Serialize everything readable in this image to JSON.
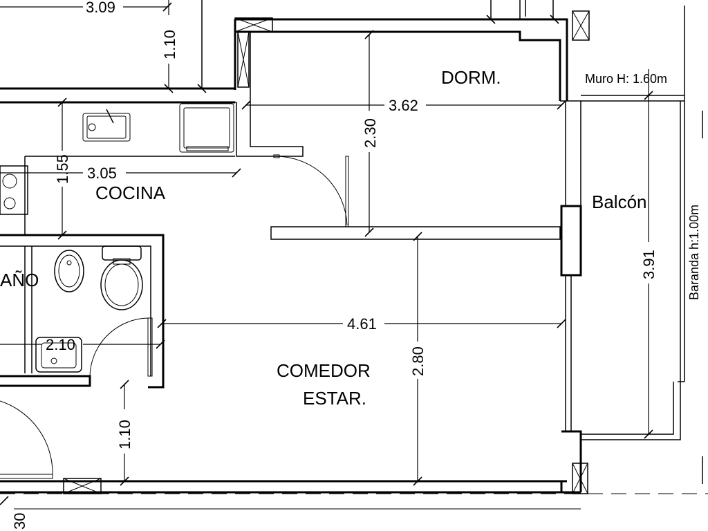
{
  "rooms": {
    "dorm": "DORM.",
    "cocina": "COCINA",
    "bano": "AÑO",
    "comedor_line1": "COMEDOR",
    "comedor_line2": "ESTAR.",
    "balcon": "Balcón"
  },
  "notes": {
    "muro": "Muro H: 1.60m",
    "baranda": "Baranda h:1.00m"
  },
  "dimensions": {
    "top_width": "3.09",
    "top_height": "1.10",
    "dorm_width": "3.62",
    "dorm_height": "2.30",
    "cocina_width": "3.05",
    "cocina_height": "1.55",
    "balcon_length": "3.91",
    "living_width": "4.61",
    "living_height": "2.80",
    "bano_width": "2.10",
    "entry_height": "1.10",
    "bottom_left": "30"
  }
}
